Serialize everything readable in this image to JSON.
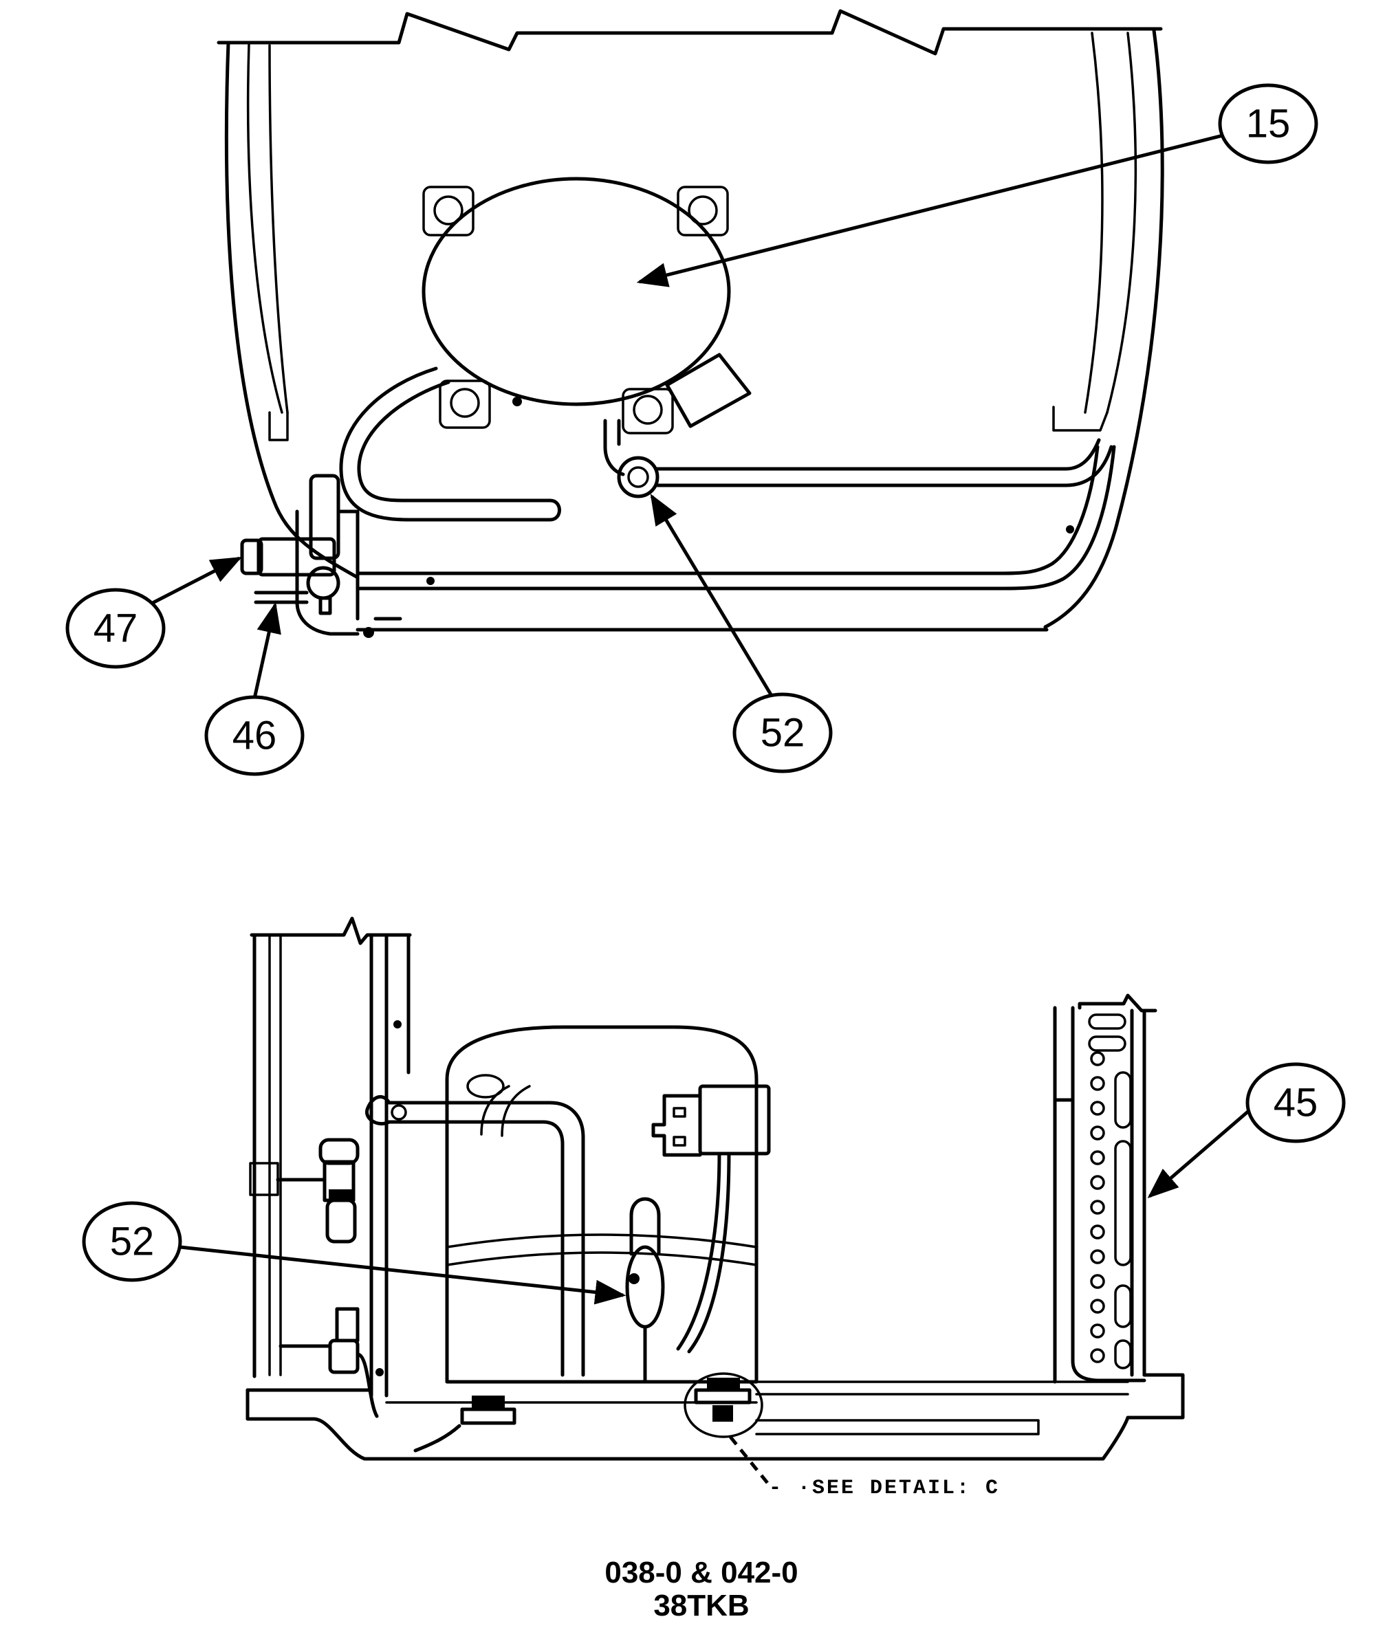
{
  "callouts": {
    "top_compressor": "15",
    "top_suction_valve": "47",
    "top_liquid_valve": "46",
    "top_connector": "52",
    "bottom_connector": "52",
    "bottom_coil": "45"
  },
  "detail_note": "- ·SEE DETAIL: C",
  "model_line_1": "038-0 & 042-0",
  "model_line_2": "38TKB"
}
